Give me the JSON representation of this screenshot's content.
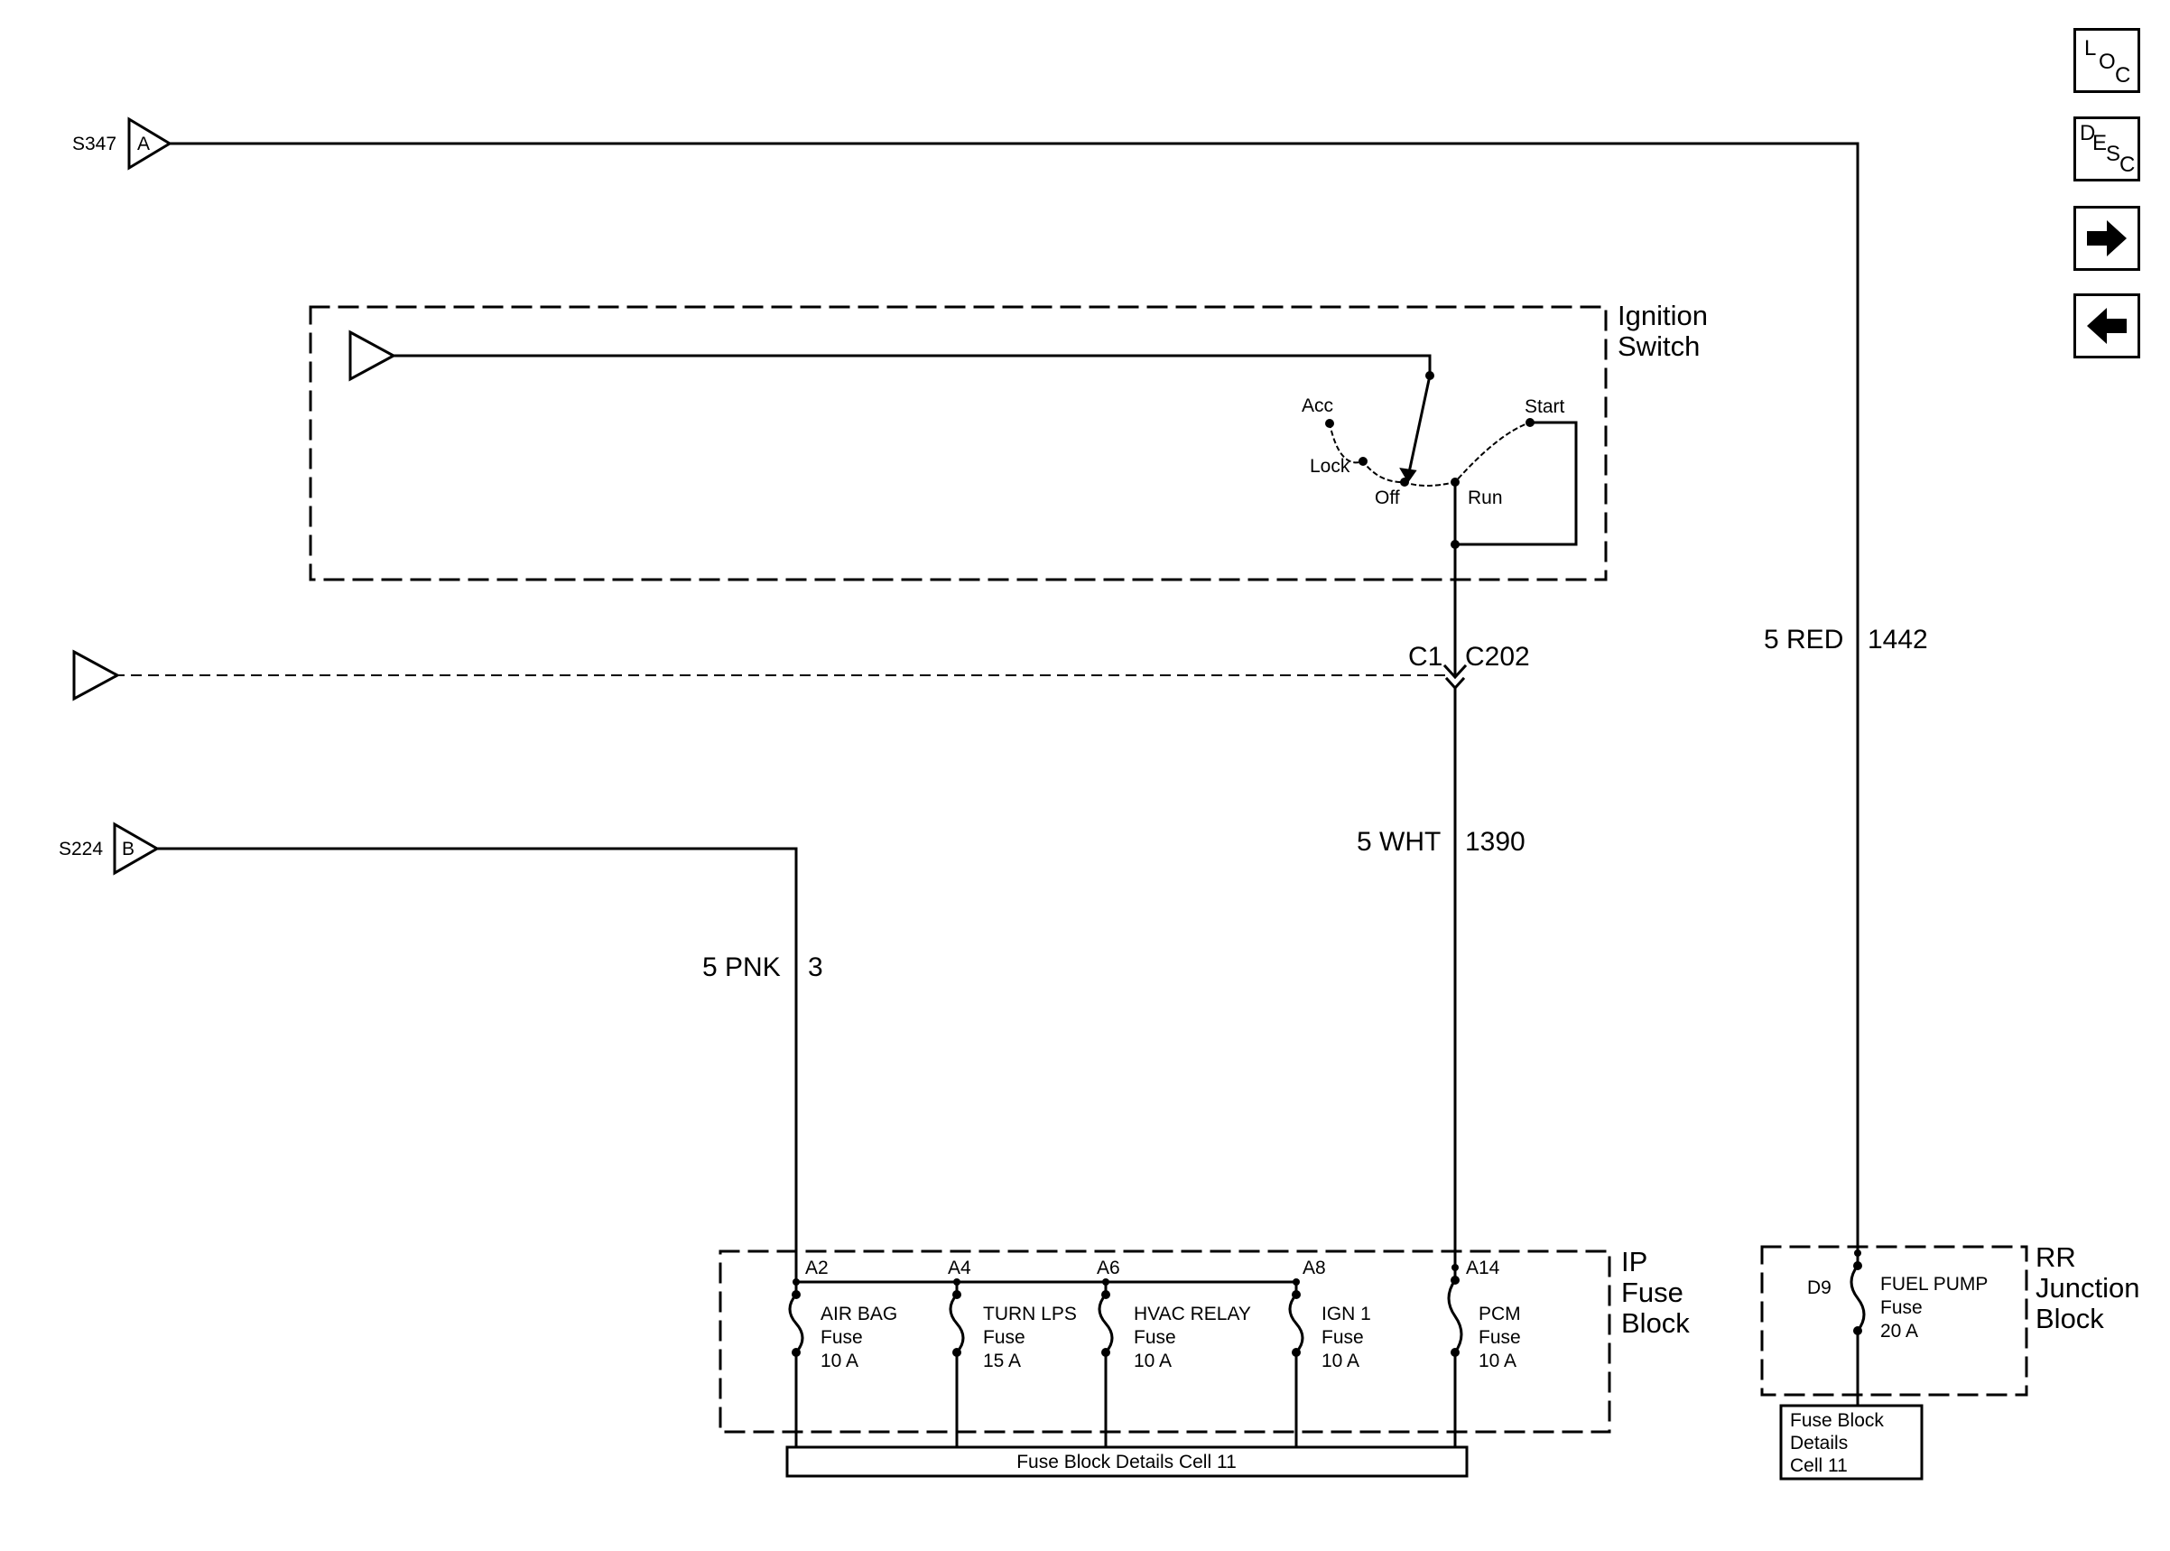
{
  "nav": {
    "loc": [
      "L",
      "O",
      "C"
    ],
    "desc": [
      "D",
      "E",
      "S",
      "C"
    ],
    "next_icon": "arrow-right-icon",
    "prev_icon": "arrow-left-icon"
  },
  "splices": [
    {
      "id": "S347",
      "letter": "A"
    },
    {
      "id": "S224",
      "letter": "B"
    }
  ],
  "ignition_switch": {
    "title": [
      "Ignition",
      "Switch"
    ],
    "positions": {
      "acc": "Acc",
      "lock": "Lock",
      "off": "Off",
      "run": "Run",
      "start": "Start"
    }
  },
  "connector": {
    "pin": "C1",
    "name": "C202"
  },
  "wires": [
    {
      "gauge_color": "5 RED",
      "circuit": "1442"
    },
    {
      "gauge_color": "5 WHT",
      "circuit": "1390"
    },
    {
      "gauge_color": "5 PNK",
      "circuit": "3"
    }
  ],
  "ip_fuse_block": {
    "title": [
      "IP",
      "Fuse",
      "Block"
    ],
    "fuses": [
      {
        "pin": "A2",
        "name": "AIR BAG",
        "type": "Fuse",
        "rating": "10 A"
      },
      {
        "pin": "A4",
        "name": "TURN LPS",
        "type": "Fuse",
        "rating": "15 A"
      },
      {
        "pin": "A6",
        "name": "HVAC RELAY",
        "type": "Fuse",
        "rating": "10 A"
      },
      {
        "pin": "A8",
        "name": "IGN 1",
        "type": "Fuse",
        "rating": "10 A"
      },
      {
        "pin": "A14",
        "name": "PCM",
        "type": "Fuse",
        "rating": "10 A"
      }
    ],
    "details": "Fuse Block Details Cell 11"
  },
  "rr_junction_block": {
    "title": [
      "RR",
      "Junction",
      "Block"
    ],
    "fuse": {
      "pin": "D9",
      "name": "FUEL PUMP",
      "type": "Fuse",
      "rating": "20 A"
    },
    "details": [
      "Fuse Block",
      "Details",
      "Cell 11"
    ]
  }
}
